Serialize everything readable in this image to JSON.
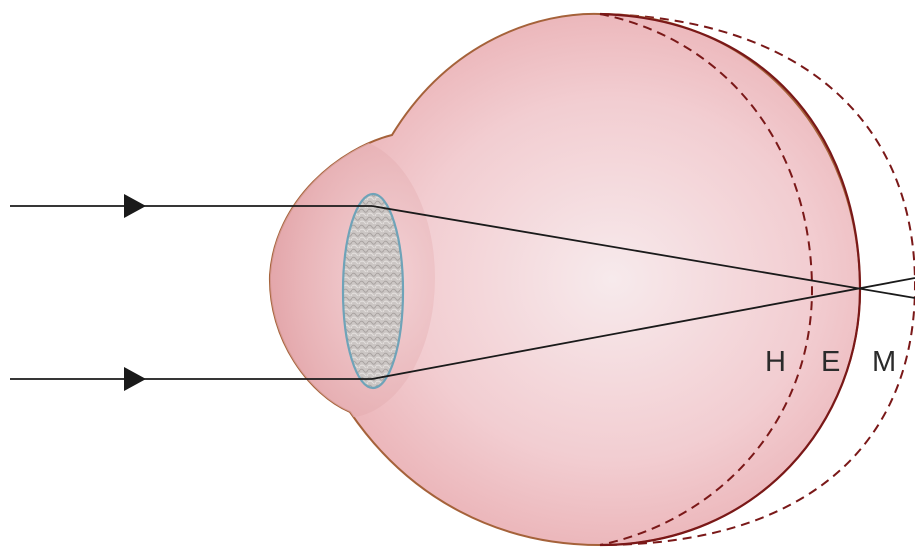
{
  "labels": {
    "hyperopia": "H",
    "emmetropia": "E",
    "myopia": "M"
  },
  "colors": {
    "eye_fill_center": "#f6e6e8",
    "eye_fill_mid": "#f0c3c8",
    "eye_fill_edge": "#e39c9f",
    "eye_outline": "#a5623a",
    "retina_line": "#7a1818",
    "lens_outline": "#6fa3b8",
    "lens_fill": "#c9c5c3",
    "ray_color": "#1a1a1a"
  }
}
